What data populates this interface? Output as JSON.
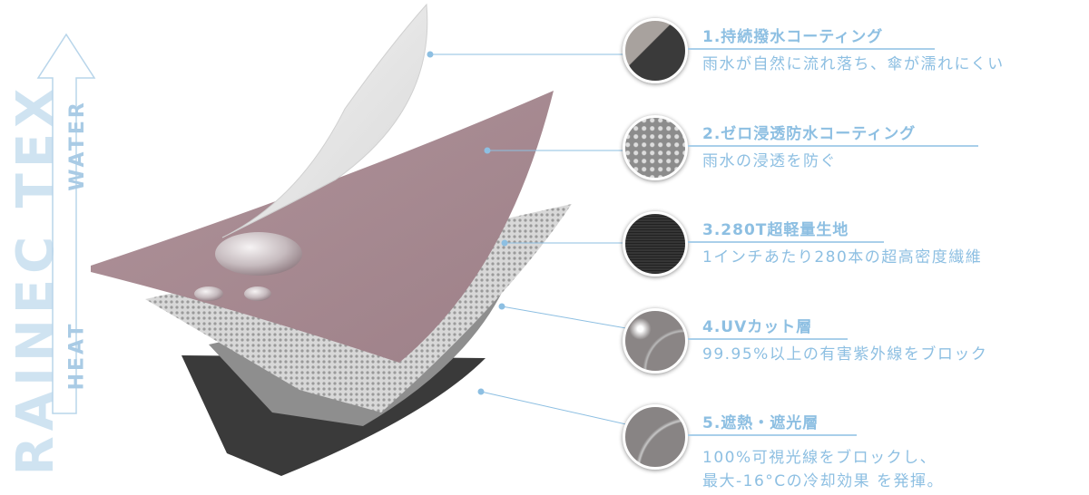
{
  "brand": "RAINEC TEX",
  "arrow_labels": {
    "top": "WATER",
    "bottom": "HEAT"
  },
  "features": [
    {
      "title": "1.持続撥水コーティング",
      "desc": "雨水が自然に流れ落ち、傘が濡れにくい",
      "icon": "dark-fabric-icon"
    },
    {
      "title": "2.ゼロ浸透防水コーティング",
      "desc": "雨水の浸透を防ぐ",
      "icon": "water-droplets-icon"
    },
    {
      "title": "3.280T超軽量生地",
      "desc": "1インチあたり280本の超高密度繊維",
      "icon": "mesh-icon"
    },
    {
      "title": "4.UVカット層",
      "desc": "99.95%以上の有害紫外線をブロック",
      "icon": "uv-shield-icon"
    },
    {
      "title": "5.遮熱・遮光層",
      "desc": "100%可視光線をブロックし、",
      "desc2": "最大-16°Cの冷却効果 を発揮。",
      "icon": "heat-shield-icon"
    }
  ],
  "colors": {
    "accent": "#8dbfe2",
    "brand": "#cfe3f1",
    "pink_layer": "#a9888c"
  }
}
